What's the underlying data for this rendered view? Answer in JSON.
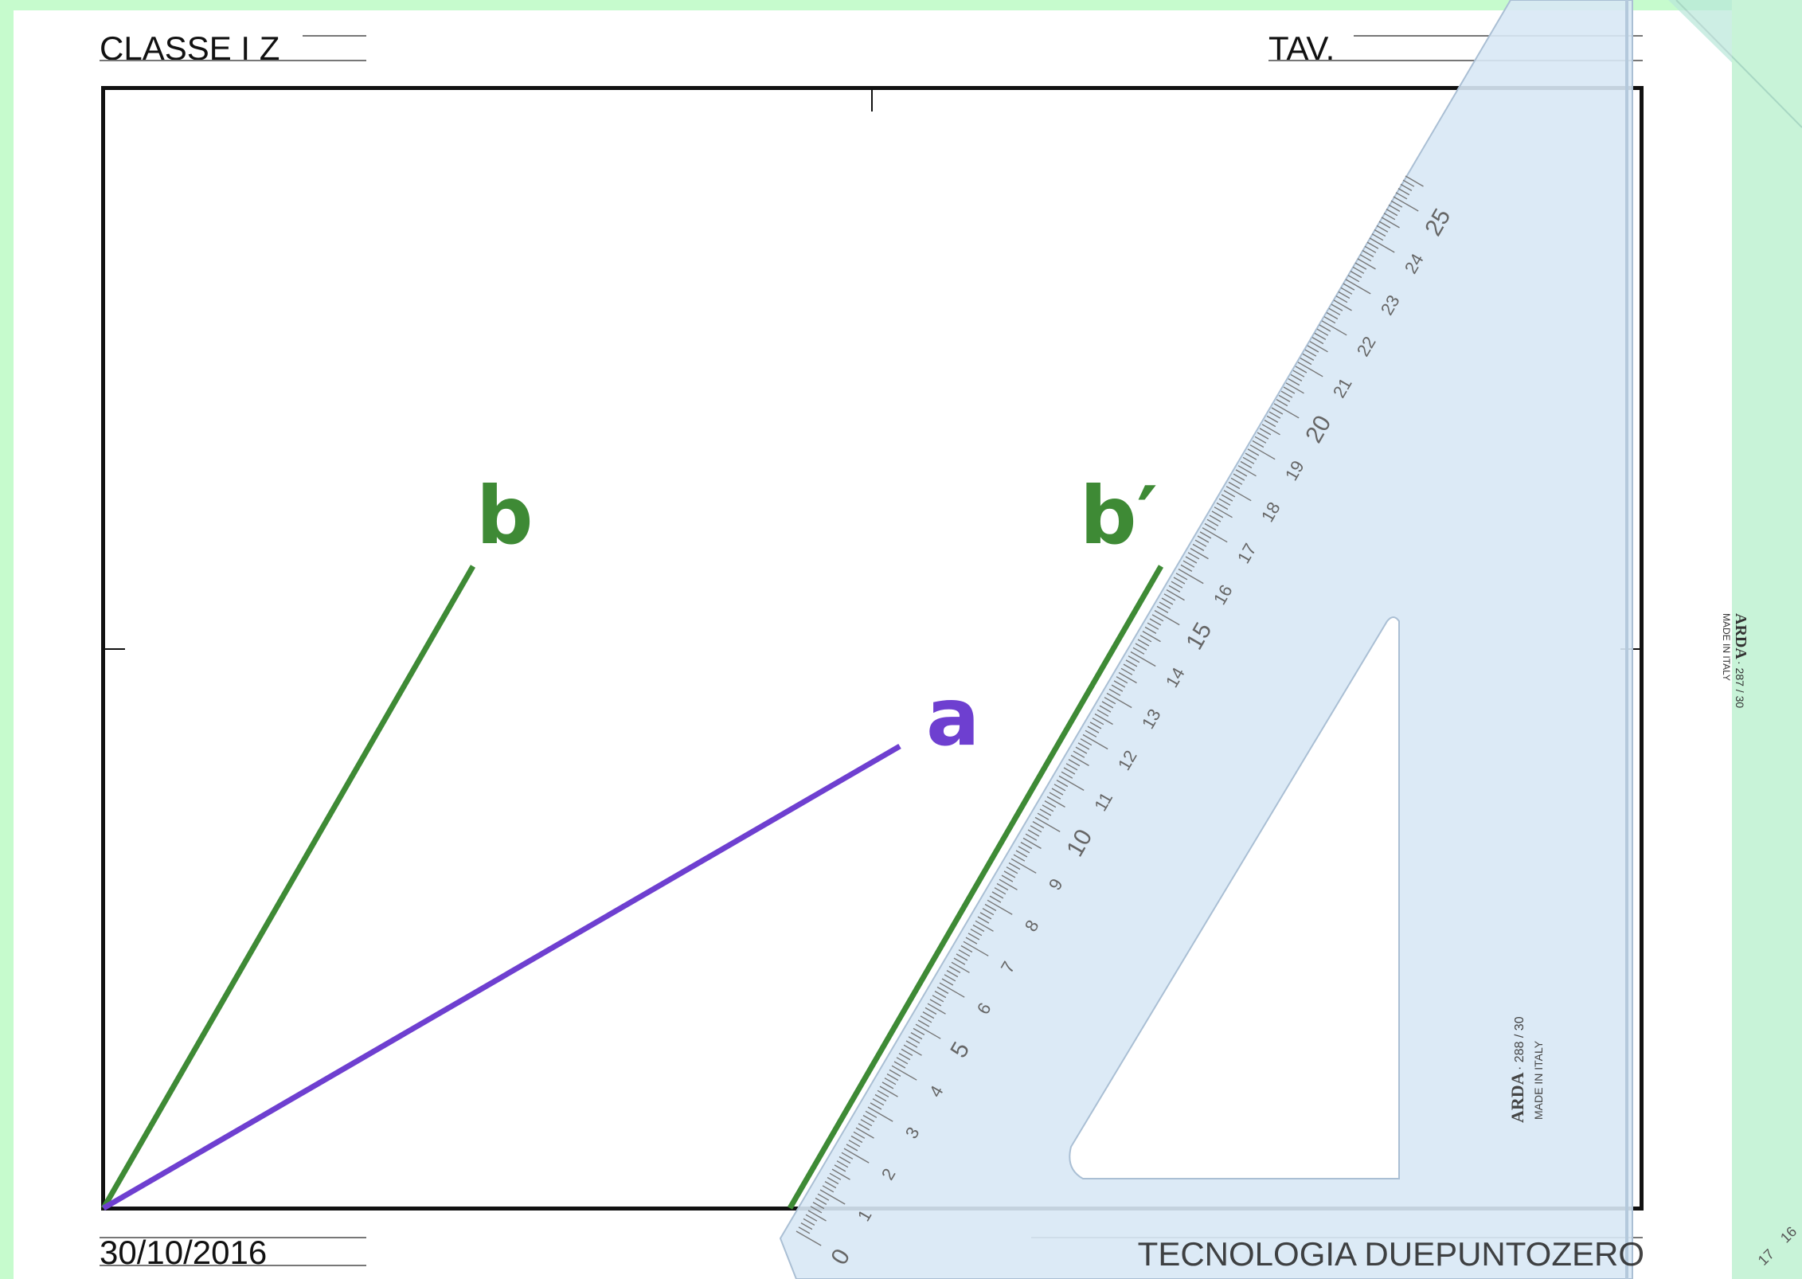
{
  "header": {
    "class_label": "CLASSE I Z",
    "tav_label": "TAV."
  },
  "footer": {
    "date": "30/10/2016",
    "credit": "TECNOLOGIA DUEPUNTOZERO"
  },
  "labels": {
    "b": "b",
    "b_prime": "b′",
    "a": "a"
  },
  "colors": {
    "green_line": "#3e8a35",
    "purple_line": "#6e3fd0",
    "background": "#c6fbcd",
    "triangle_fill": "#d8e8f5"
  },
  "set_square_large": {
    "brand": "ARDA",
    "code": "· 288 / 30",
    "made_in": "MADE IN ITALY",
    "scale_numbers": [
      "0",
      "1",
      "2",
      "3",
      "4",
      "5",
      "6",
      "7",
      "8",
      "9",
      "10",
      "11",
      "12",
      "13",
      "14",
      "15",
      "16",
      "17",
      "18",
      "19",
      "20",
      "21",
      "22",
      "23",
      "24",
      "25"
    ]
  },
  "set_square_small": {
    "brand": "ARDA",
    "code": "· 287 / 30",
    "made_in": "MADE IN ITALY",
    "scale_numbers": [
      "16",
      "17"
    ]
  }
}
